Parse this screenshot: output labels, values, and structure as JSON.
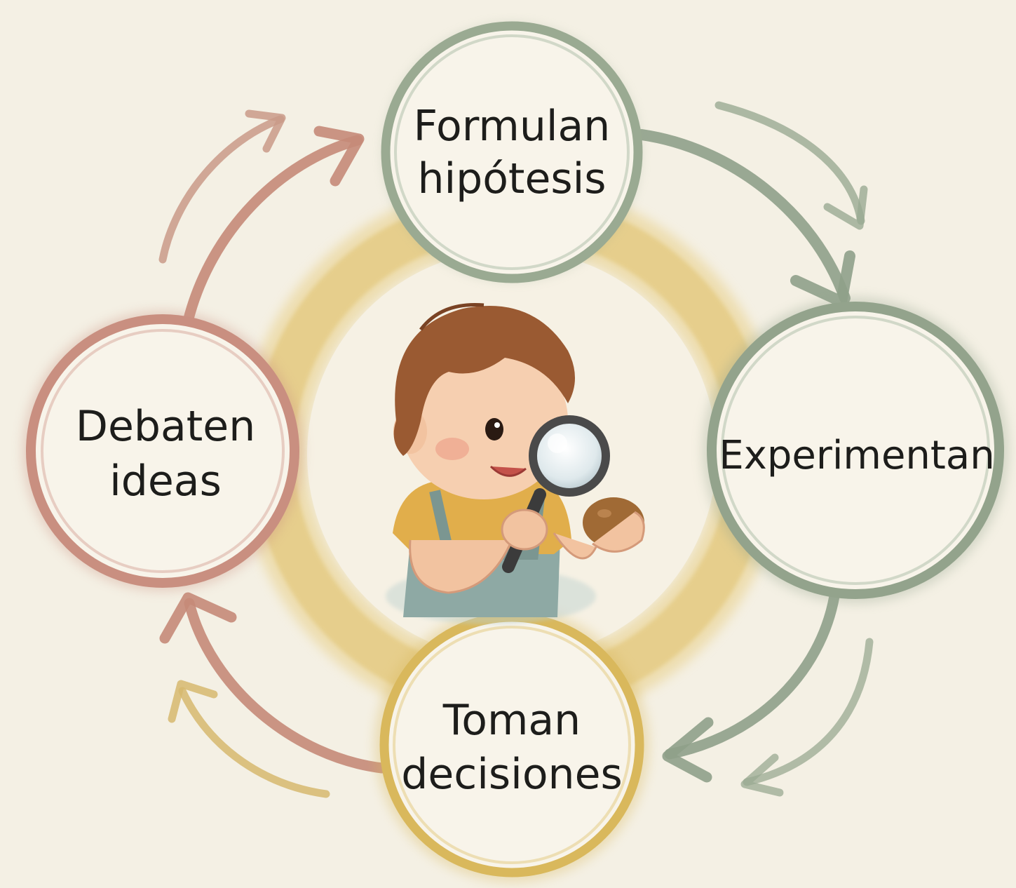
{
  "diagram": {
    "nodes": [
      {
        "id": "formulan",
        "lines": [
          "Formulan",
          "hipótesis"
        ],
        "color": "#9aaa92"
      },
      {
        "id": "experimentan",
        "lines": [
          "Experimentan"
        ],
        "color": "#93a38c"
      },
      {
        "id": "toman",
        "lines": [
          "Toman",
          "decisiones"
        ],
        "color": "#d9b85c"
      },
      {
        "id": "debaten",
        "lines": [
          "Debaten",
          "ideas"
        ],
        "color": "#c98f80"
      }
    ],
    "colors": {
      "background": "#f4f0e4",
      "node_fill": "#f8f4ea",
      "ring": "#e3c77a",
      "sage_arrow": "#8fa08a",
      "rose_arrow": "#c58a78",
      "ochre_arrow": "#d6b86e"
    },
    "illustration": {
      "icon": "child-with-magnifying-glass-icon"
    }
  }
}
